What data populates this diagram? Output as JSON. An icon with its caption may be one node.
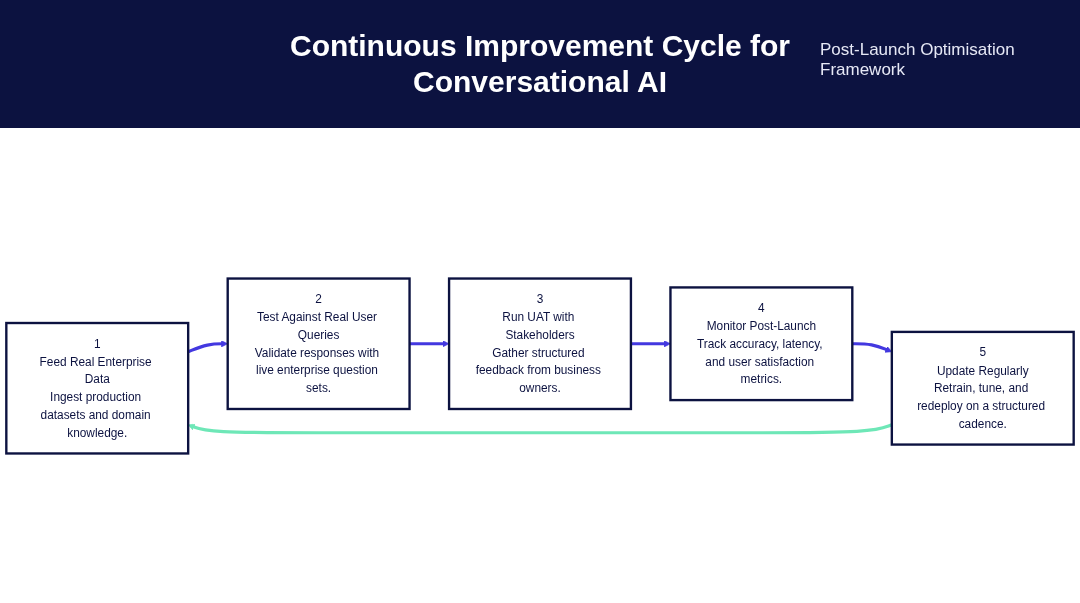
{
  "diagram": {
    "title": "Continuous Improvement Cycle for Conversational AI",
    "nodes": [
      {
        "text": [
          "1",
          "Feed Real Enterprise Data",
          "Ingest production datasets and domain knowledge."
        ]
      },
      {
        "text": [
          "2",
          "Test Against Real User Queries",
          "Validate responses with live enterprise question sets."
        ]
      },
      {
        "text": [
          "3",
          "Run UAT with Stakeholders",
          "Gather structured feedback from business owners."
        ]
      },
      {
        "text": [
          "4",
          "Monitor Post-Launch",
          "Track accuracy, latency, and user satisfaction metrics."
        ]
      },
      {
        "text": [
          "5",
          "Update Regularly",
          "Retrain, tune, and redeploy on a structured cadence."
        ]
      }
    ],
    "edges": [
      {
        "from": 0,
        "to": 1,
        "arrow": "to"
      },
      {
        "from": 1,
        "to": 2,
        "arrow": "to"
      },
      {
        "from": 2,
        "to": 3,
        "arrow": "to"
      },
      {
        "from": 3,
        "to": 4,
        "arrow": "to"
      },
      {
        "from": 4,
        "to": 0,
        "arrow": "to",
        "color": "#6ee7b7"
      }
    ],
    "labels": [
      "Post-Launch Optimisation Framework"
    ]
  }
}
